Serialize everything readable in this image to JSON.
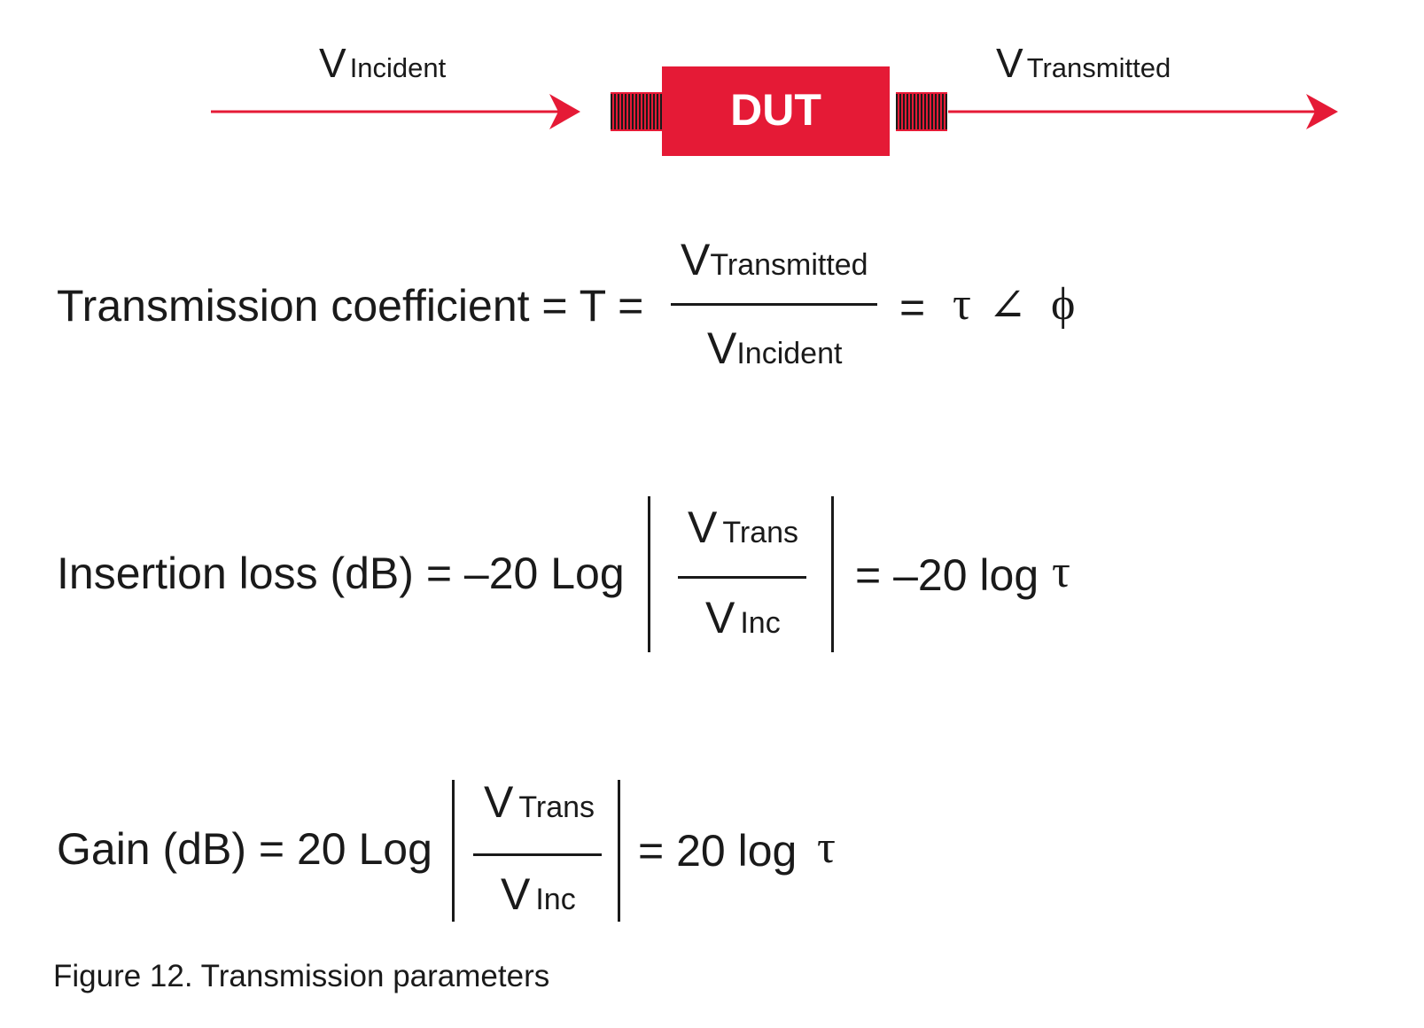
{
  "diagram": {
    "incident_label": {
      "v": "V",
      "sub": "Incident"
    },
    "transmitted_label": {
      "v": "V",
      "sub": "Transmitted"
    },
    "device_label": "DUT",
    "colors": {
      "accent": "#e51a36",
      "text": "#1a1a1a"
    }
  },
  "equations": {
    "transmission": {
      "lhs": "Transmission coefficient = T =",
      "numerator": {
        "v": "V",
        "sub": "Transmitted"
      },
      "denominator": {
        "v": "V",
        "sub": "Incident"
      },
      "equals": "=",
      "tau": "τ",
      "angle": "∠",
      "phi": "ϕ"
    },
    "insertion_loss": {
      "lhs": "Insertion loss (dB) = –20 Log",
      "numerator": {
        "v": "V",
        "sub": "Trans"
      },
      "denominator": {
        "v": "V",
        "sub": "Inc"
      },
      "rhs": "= –20 log",
      "tau": "τ"
    },
    "gain": {
      "lhs": "Gain (dB) = 20 Log",
      "numerator": {
        "v": "V",
        "sub": "Trans"
      },
      "denominator": {
        "v": "V",
        "sub": "Inc"
      },
      "rhs": "= 20 log",
      "tau": "τ"
    }
  },
  "caption": "Figure 12. Transmission parameters"
}
